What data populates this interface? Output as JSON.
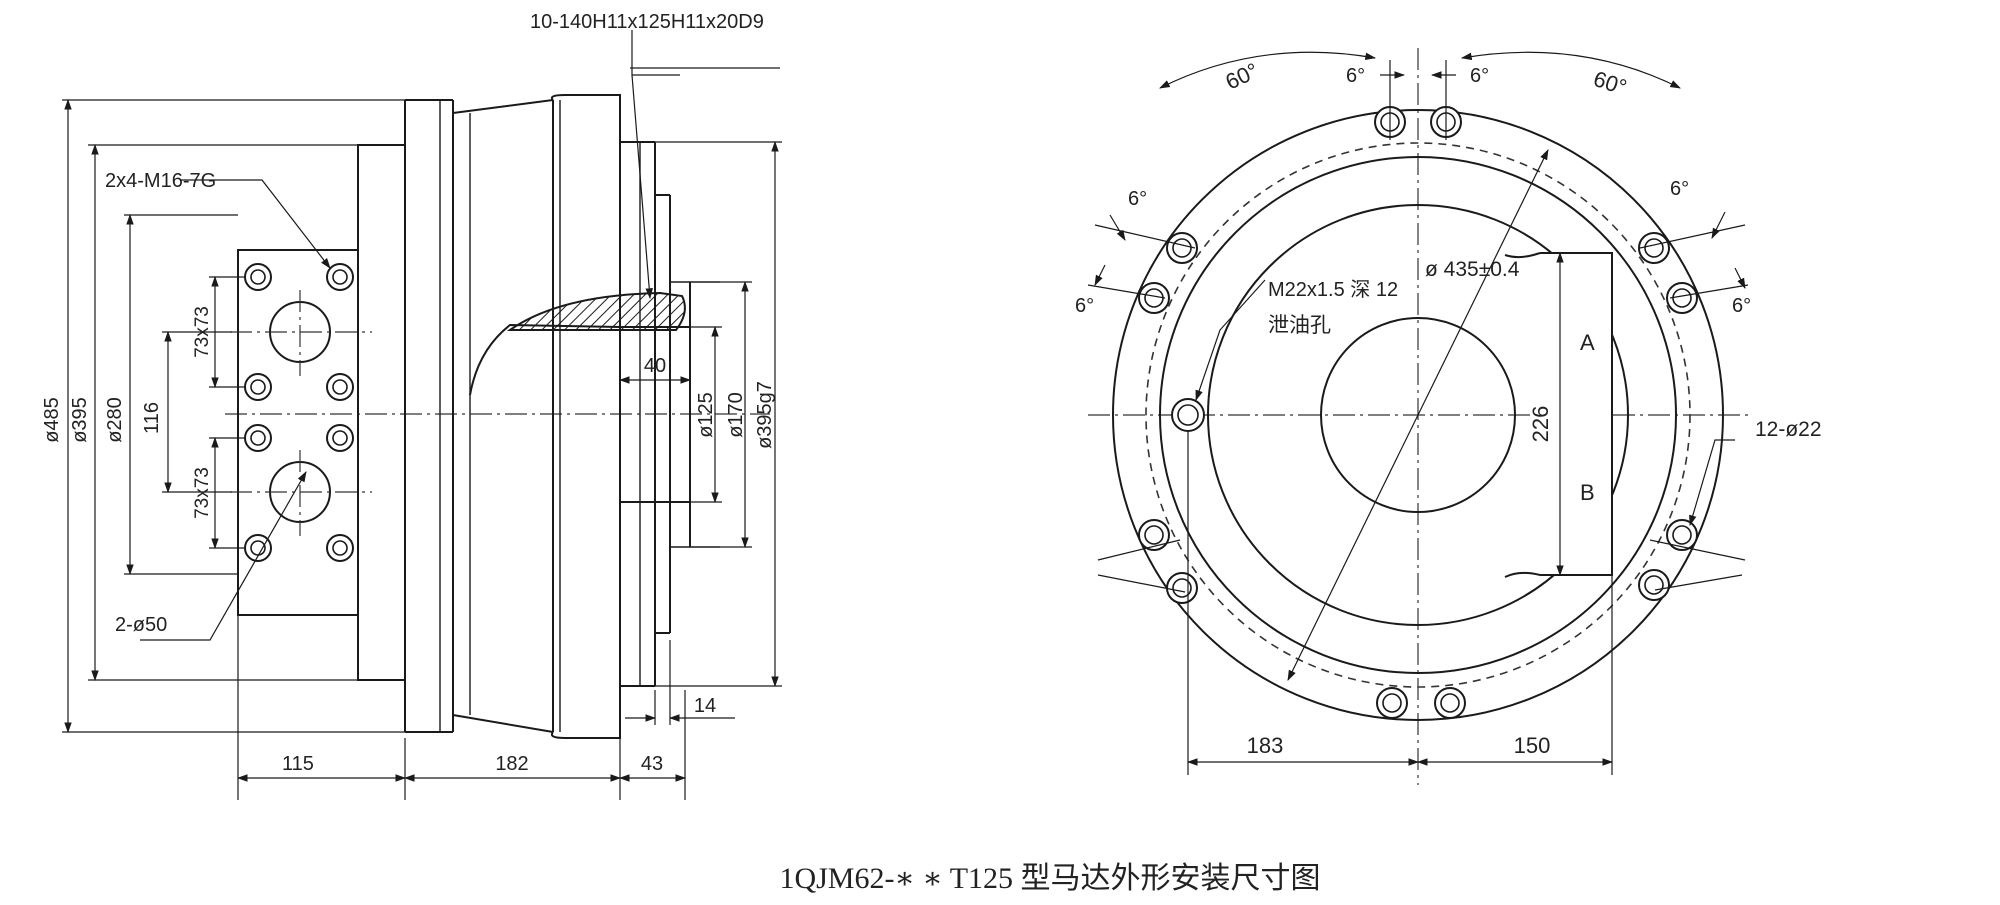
{
  "caption": "1QJM62-∗ ∗ T125 型马达外形安装尺寸图",
  "side_view": {
    "spline_spec": "10-140H11x125H11x20D9",
    "thread_spec": "2x4-M16-7G",
    "port_spec": "2-ø50",
    "dims": {
      "d485": "ø485",
      "d395": "ø395",
      "d280": "ø280",
      "v116": "116",
      "v73_top": "73x73",
      "v73_bottom": "73x73",
      "d125": "ø125",
      "d170": "ø170",
      "d395g7": "ø395g7",
      "h40": "40",
      "h115": "115",
      "h182": "182",
      "h43": "43",
      "h14": "14"
    }
  },
  "front_view": {
    "angle_60_left": "60°",
    "angle_60_right": "60°",
    "angle_6_top_left": "6°",
    "angle_6_top_right": "6°",
    "angle_6_upper_left": "6°",
    "angle_6_lower_left": "6°",
    "angle_6_upper_right": "6°",
    "angle_6_lower_right": "6°",
    "pcd": "ø 435±0.4",
    "drain_thread": "M22x1.5 深 12",
    "drain_label": "泄油孔",
    "port_a": "A",
    "port_b": "B",
    "dim_226": "226",
    "holes": "12-ø22",
    "dim_183": "183",
    "dim_150": "150"
  }
}
